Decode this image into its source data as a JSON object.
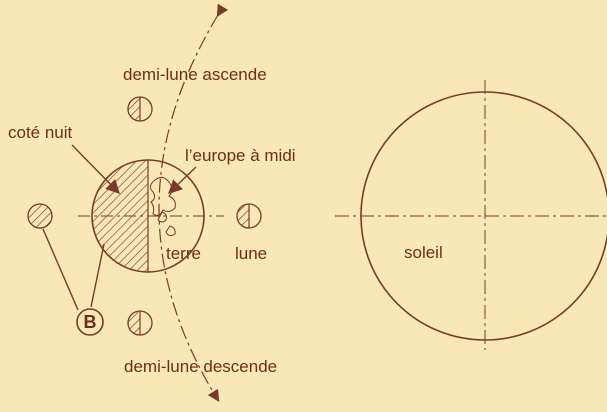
{
  "labels": {
    "half_moon_rising": "demi-lune ascende",
    "night_side": "coté nuit",
    "europe_noon": "l’europe à midi",
    "earth": "terre",
    "moon": "lune",
    "sun": "soleil",
    "marker_b": "B",
    "half_moon_setting": "demi-lune descende"
  },
  "colors": {
    "background": "#f7e8b6",
    "ink": "#7a3a2a",
    "label": "#6e2e1b"
  }
}
